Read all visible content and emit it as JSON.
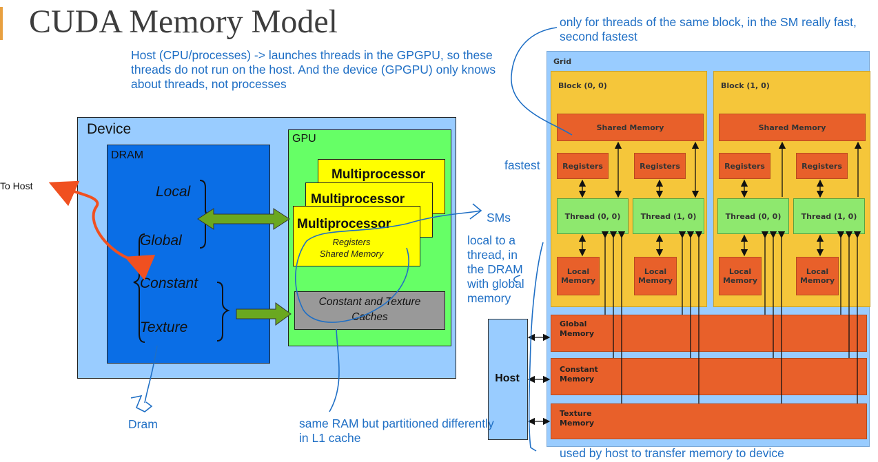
{
  "title": "CUDA Memory Model",
  "notes": {
    "host": "Host (CPU/processes) -> launches threads in the GPGPU, so these threads do not run on the host. And the device (GPGPU) only knows about threads, not processes",
    "shared": "only for threads of the same block, in the SM really fast, second fastest",
    "fastest": "fastest",
    "sms": "SMs",
    "local": "local to a thread, in the DRAM with global memory",
    "dram": "Dram",
    "same_ram": "same RAM but partitioned differently in L1 cache",
    "used_by_host": "used by host to transfer memory to device"
  },
  "left_diagram": {
    "device": "Device",
    "dram": "DRAM",
    "local": "Local",
    "global": "Global",
    "constant": "Constant",
    "texture": "Texture",
    "gpu": "GPU",
    "multiprocessor": "Multiprocessor",
    "registers": "Registers",
    "shared_memory": "Shared Memory",
    "caches_line1": "Constant and Texture",
    "caches_line2": "Caches",
    "to_host": "To Host"
  },
  "right_diagram": {
    "grid": "Grid",
    "blocks": [
      {
        "label": "Block (0, 0)",
        "threads": [
          "Thread (0, 0)",
          "Thread (1, 0)"
        ]
      },
      {
        "label": "Block (1, 0)",
        "threads": [
          "Thread (0, 0)",
          "Thread (1, 0)"
        ]
      }
    ],
    "shared_memory": "Shared Memory",
    "registers": "Registers",
    "local_memory_1": "Local",
    "local_memory_2": "Memory",
    "global": [
      "Global",
      "Memory"
    ],
    "constant": [
      "Constant",
      "Memory"
    ],
    "texture": [
      "Texture",
      "Memory"
    ],
    "host": "Host"
  },
  "colors": {
    "annotation_blue": "#1f6fc5",
    "device_bg": "#99ccff",
    "dram_bg": "#0a6ee6",
    "gpu_bg": "#66ff66",
    "multiprocessor_bg": "#ffff00",
    "block_bg": "#f5c63a",
    "memory_orange": "#e8602a",
    "thread_green": "#8ee86e",
    "arrow_olive": "#6aa820",
    "red_arrow": "#f05020"
  }
}
